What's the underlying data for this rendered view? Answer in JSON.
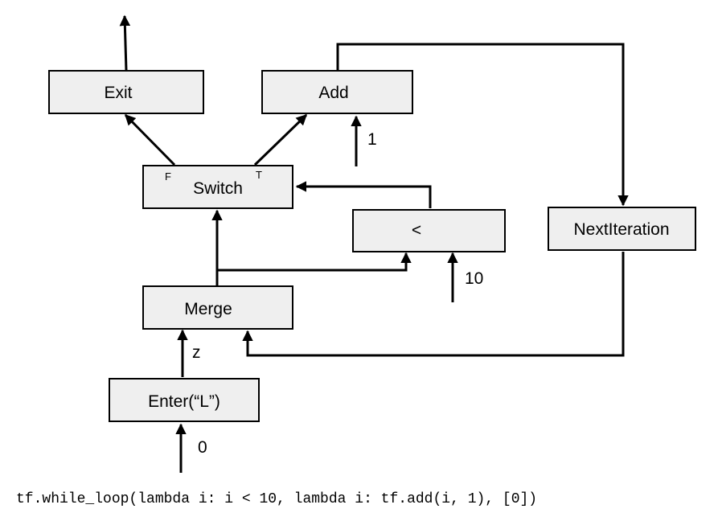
{
  "nodes": {
    "exit": "Exit",
    "add": "Add",
    "switch": "Switch",
    "switch_false_port": "F",
    "switch_true_port": "T",
    "less_than": "<",
    "next_iteration": "NextIteration",
    "merge": "Merge",
    "enter": "Enter(“L”)"
  },
  "edge_labels": {
    "add_constant": "1",
    "compare_constant": "10",
    "frame_z": "z",
    "initial_value": "0"
  },
  "code": "tf.while_loop(lambda i: i < 10, lambda i: tf.add(i, 1), [0])"
}
